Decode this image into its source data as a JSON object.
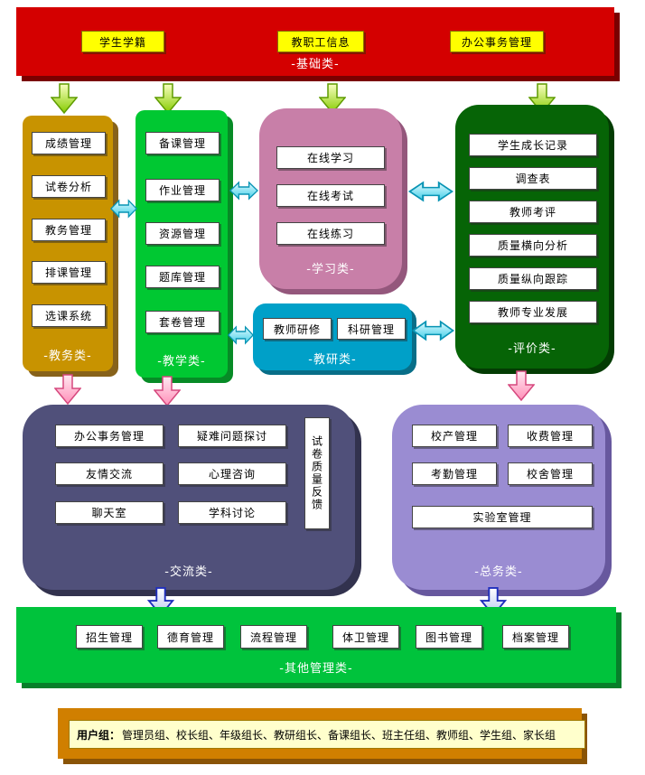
{
  "colors": {
    "base": "#d40000",
    "academic": "#c89300",
    "teaching": "#00c832",
    "learning": "#c87fa8",
    "research": "#00a0c8",
    "evaluation": "#066406",
    "communication": "#50507a",
    "general": "#9a8cd2",
    "other": "#00c33c",
    "users": "#d07f00"
  },
  "base": {
    "label": "-基础类-",
    "items": [
      "学生学籍",
      "教职工信息",
      "办公事务管理"
    ]
  },
  "academic": {
    "label": "-教务类-",
    "items": [
      "成绩管理",
      "试卷分析",
      "教务管理",
      "排课管理",
      "选课系统"
    ]
  },
  "teaching": {
    "label": "-教学类-",
    "items": [
      "备课管理",
      "作业管理",
      "资源管理",
      "题库管理",
      "套卷管理"
    ]
  },
  "learning": {
    "label": "-学习类-",
    "items": [
      "在线学习",
      "在线考试",
      "在线练习"
    ]
  },
  "research": {
    "label": "-教研类-",
    "items": [
      "教师研修",
      "科研管理"
    ]
  },
  "evaluation": {
    "label": "-评价类-",
    "items": [
      "学生成长记录",
      "调查表",
      "教师考评",
      "质量横向分析",
      "质量纵向跟踪",
      "教师专业发展"
    ]
  },
  "communication": {
    "label": "-交流类-",
    "items": [
      "办公事务管理",
      "疑难问题探讨",
      "友情交流",
      "心理咨询",
      "聊天室",
      "学科讨论"
    ],
    "vertical_item": "试卷质量反馈"
  },
  "general": {
    "label": "-总务类-",
    "items": [
      "校产管理",
      "收费管理",
      "考勤管理",
      "校舍管理",
      "实验室管理"
    ]
  },
  "other": {
    "label": "-其他管理类-",
    "items": [
      "招生管理",
      "德育管理",
      "流程管理",
      "体卫管理",
      "图书管理",
      "档案管理"
    ]
  },
  "users": {
    "prefix": "用户组：",
    "groups": "管理员组、校长组、年级组长、教研组长、备课组长、班主任组、教师组、学生组、家长组"
  }
}
